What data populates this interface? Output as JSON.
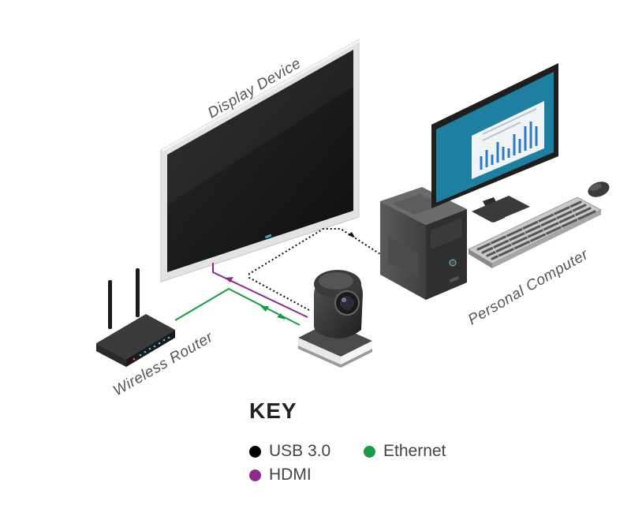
{
  "devices": {
    "display": "Display Device",
    "computer": "Personal Computer",
    "router": "Wireless Router"
  },
  "key": {
    "title": "KEY",
    "items": [
      {
        "label": "USB 3.0",
        "color": "#000000"
      },
      {
        "label": "Ethernet",
        "color": "#1a9a4a"
      },
      {
        "label": "HDMI",
        "color": "#8e2a8c"
      }
    ]
  },
  "colors": {
    "usb": "#000000",
    "ethernet": "#1a9a4a",
    "hdmi": "#8e2a8c",
    "monitor_screen": "#1f7fa0"
  },
  "icons": [
    "display-device-icon",
    "wireless-router-icon",
    "ptz-camera-icon",
    "pc-tower-icon",
    "monitor-icon",
    "keyboard-icon",
    "mouse-icon"
  ]
}
